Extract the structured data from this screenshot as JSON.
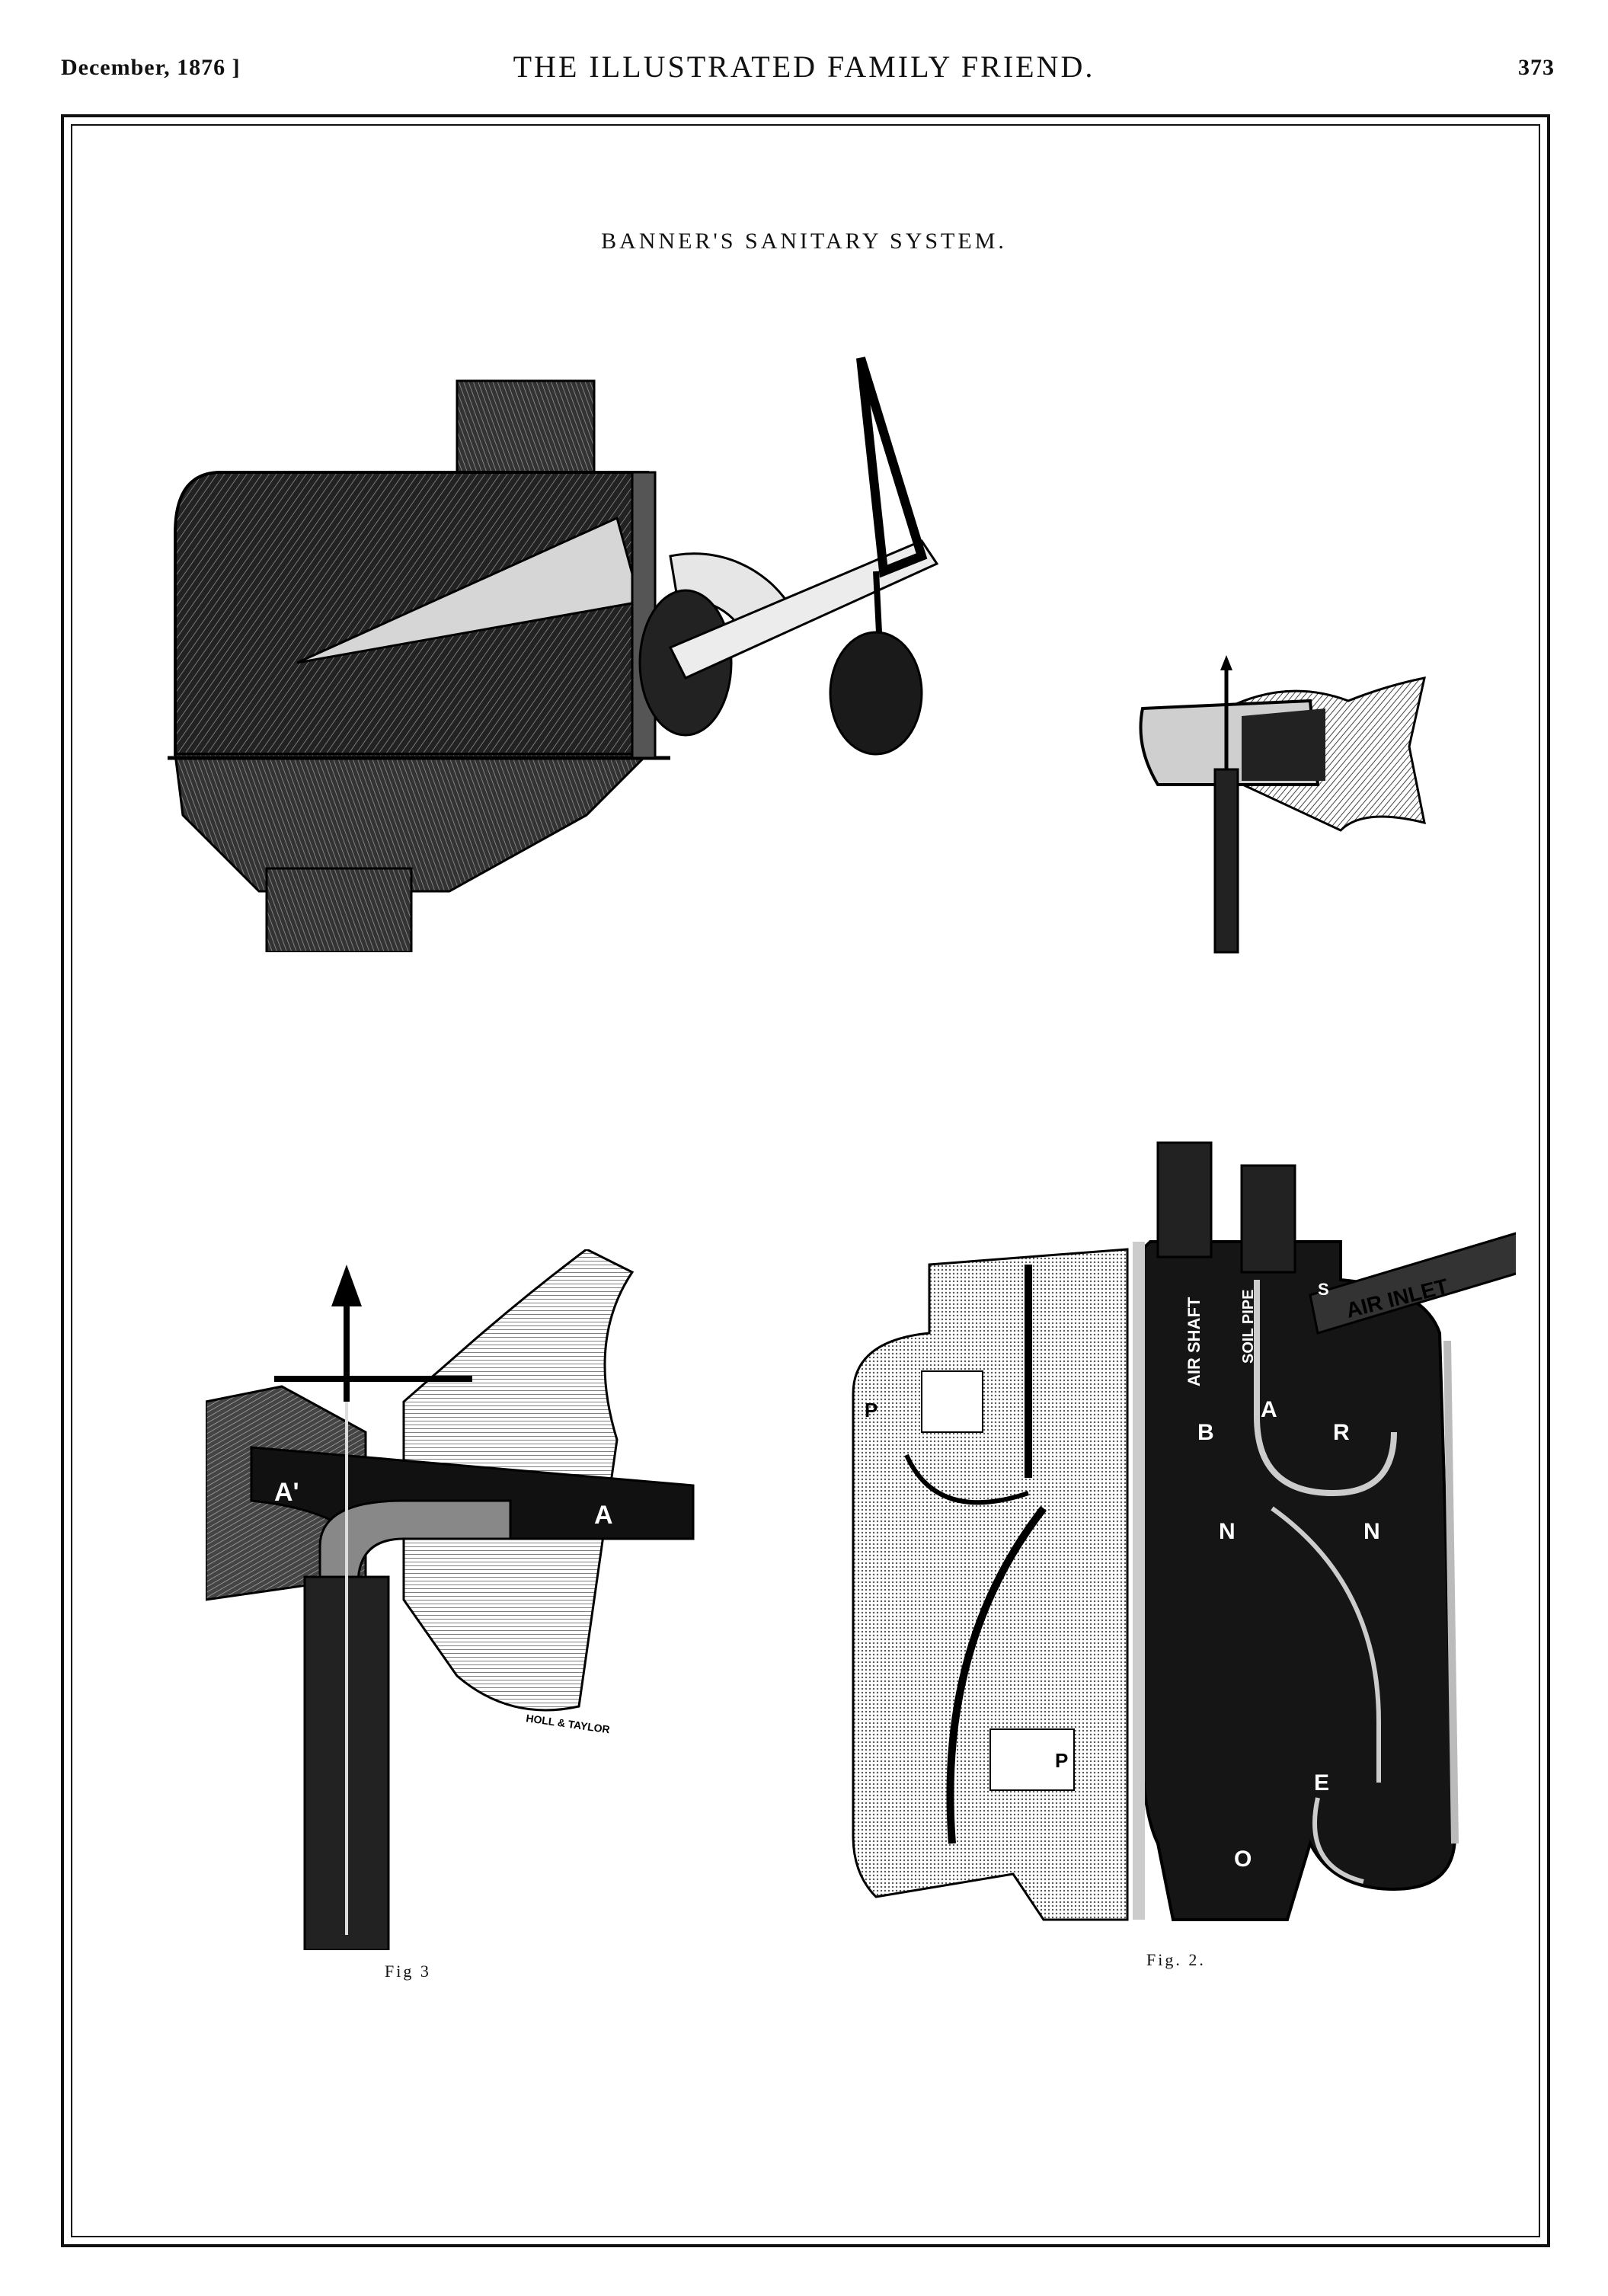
{
  "header": {
    "left": "December, 1876 ]",
    "center": "THE ILLUSTRATED FAMILY FRIEND.",
    "right": "373"
  },
  "plate": {
    "title": "BANNER'S SANITARY SYSTEM."
  },
  "figures": {
    "fig3": {
      "caption": "Fig 3",
      "labels": {
        "a_prime": "A'",
        "a": "A",
        "signature": "HOLL & TAYLOR"
      }
    },
    "fig2": {
      "caption": "Fig. 2.",
      "labels": {
        "air_inlet": "AIR INLET",
        "s": "S",
        "air_shaft": "AIR SHAFT",
        "soil_pipe": "SOIL PIPE",
        "b": "B",
        "a": "A",
        "r": "R",
        "n1": "N",
        "n2": "N",
        "e": "E",
        "o": "O",
        "p1": "P",
        "p2": "P"
      }
    }
  }
}
